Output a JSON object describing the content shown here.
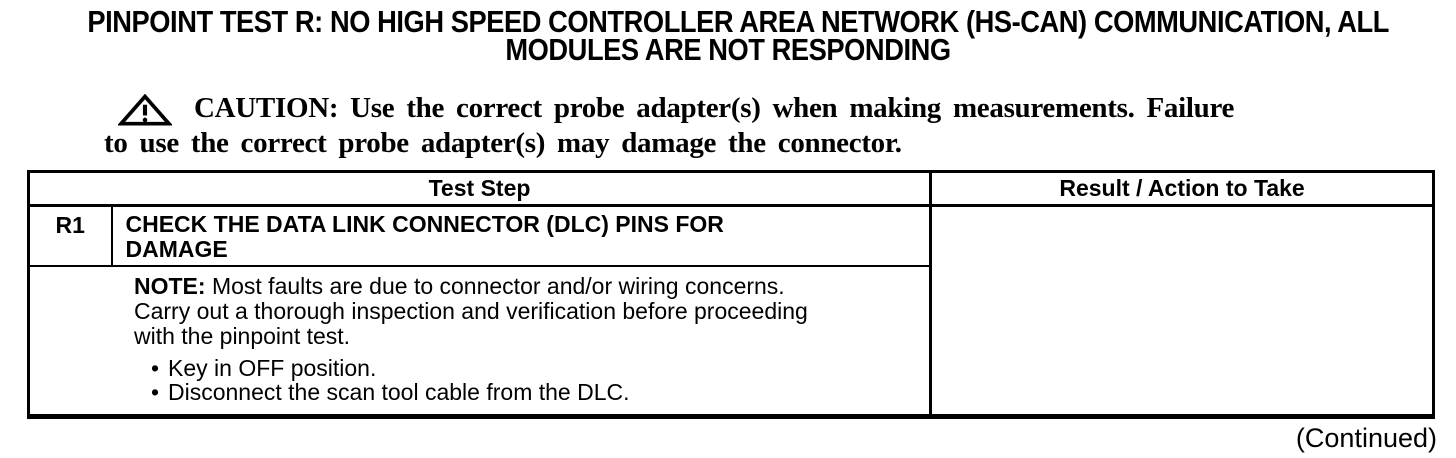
{
  "title": {
    "line1": "PINPOINT TEST R: NO HIGH SPEED CONTROLLER AREA NETWORK (HS-CAN) COMMUNICATION, ALL",
    "line2": "MODULES ARE NOT RESPONDING"
  },
  "caution": {
    "icon": "warning-triangle-icon",
    "label": "CAUTION:",
    "line1_rest": " Use the correct probe adapter(s) when making measurements. Failure",
    "line2": "to use the correct probe adapter(s) may damage the connector."
  },
  "table": {
    "headers": {
      "test_step": "Test Step",
      "result": "Result / Action to Take"
    },
    "step": {
      "id": "R1",
      "title_lines": [
        "CHECK THE DATA LINK CONNECTOR (DLC) PINS FOR",
        "DAMAGE"
      ],
      "note_label": "NOTE:",
      "note_lines": [
        " Most faults are due to connector and/or wiring concerns.",
        "Carry out a thorough inspection and verification before proceeding",
        "with the pinpoint test."
      ],
      "bullet_glyph": "•",
      "bullets": [
        "Key in OFF position.",
        "Disconnect the scan tool cable from the DLC."
      ],
      "result_action": ""
    }
  },
  "footer": {
    "continued": "(Continued)"
  },
  "colors": {
    "ink": "#000000",
    "paper": "#ffffff"
  }
}
